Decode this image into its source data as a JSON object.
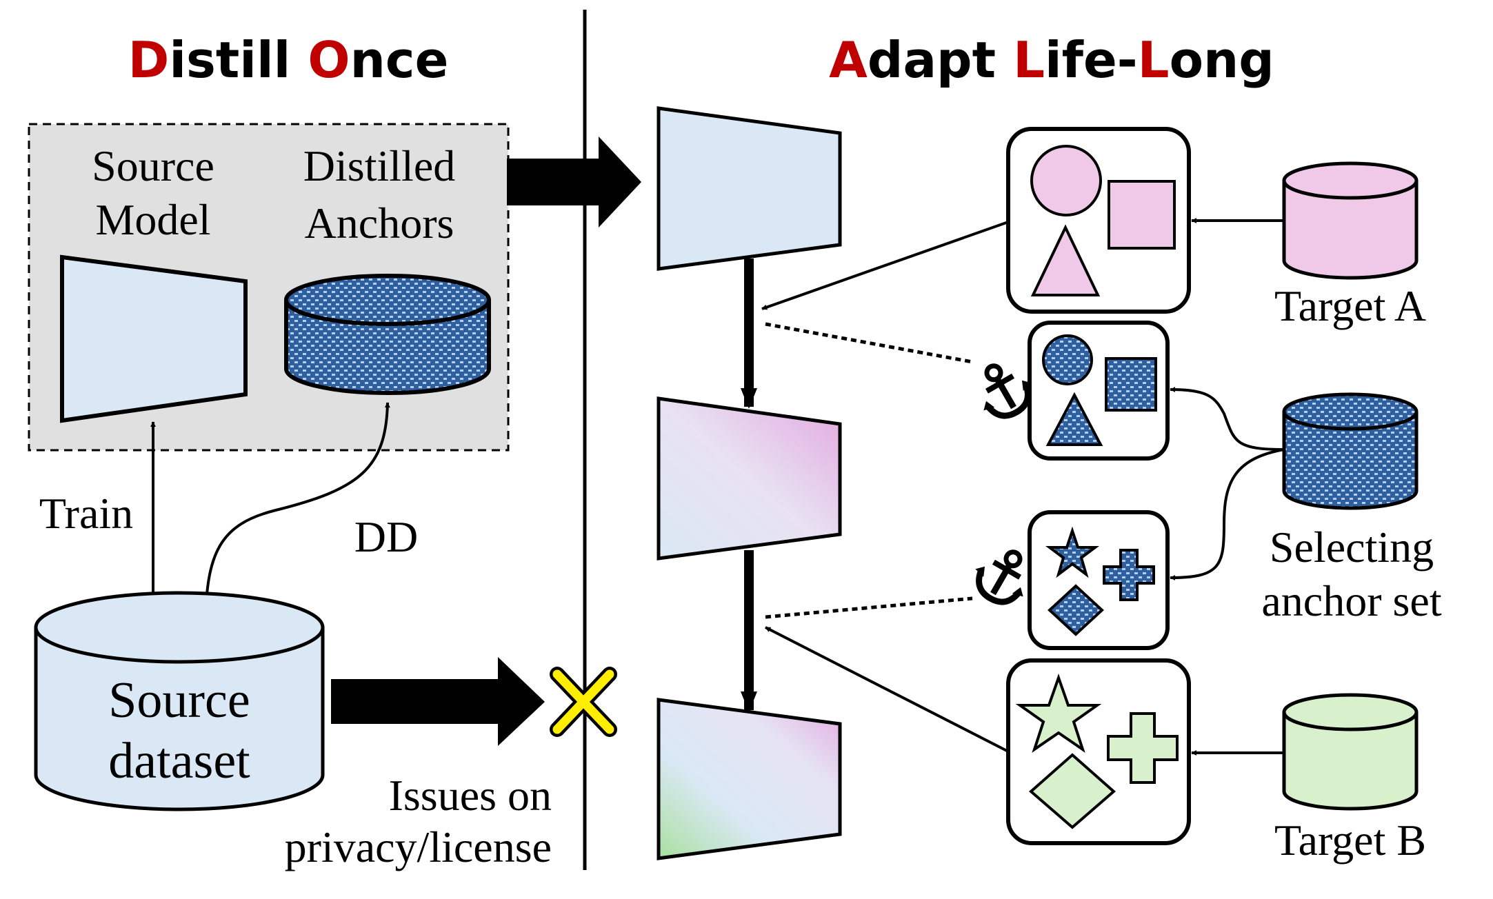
{
  "titles": {
    "left": {
      "accent1": "D",
      "rest1": "istill ",
      "accent2": "O",
      "rest2": "nce"
    },
    "right": {
      "accent1": "A",
      "rest1": "dapt ",
      "accent2": "L",
      "rest2": "ife-",
      "accent3": "L",
      "rest3": "ong"
    }
  },
  "left_panel": {
    "source_model_line1": "Source",
    "source_model_line2": "Model",
    "distilled_line1": "Distilled",
    "distilled_line2": "Anchors",
    "train": "Train",
    "dd": "DD",
    "source_dataset_line1": "Source",
    "source_dataset_line2": "dataset",
    "issues_line1": "Issues on",
    "issues_line2": "privacy/license"
  },
  "right_panel": {
    "target_a": "Target A",
    "selecting_line1": "Selecting",
    "selecting_line2": "anchor set",
    "target_b": "Target B"
  },
  "colors": {
    "accent_red": "#c00000",
    "model_fill": "#dae8f5",
    "distilled_fill": "#2e5f9e",
    "target_a_fill": "#f0c8e8",
    "target_b_fill": "#d8f0cc",
    "panel_bg": "#e0e0e0",
    "cross_yellow": "#ffee00"
  }
}
